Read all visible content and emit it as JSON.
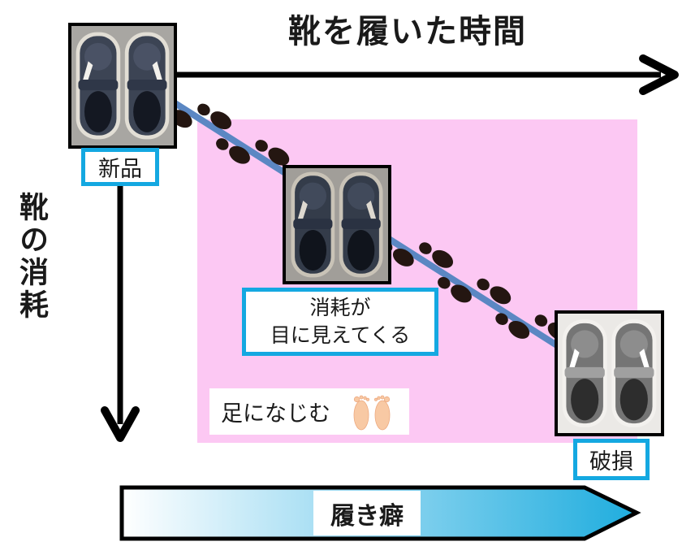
{
  "title": "靴を履いた時間",
  "y_axis": {
    "label": "靴の消耗"
  },
  "stages": {
    "new": {
      "label": "新品"
    },
    "visible_wear": {
      "label_line1": "消耗が",
      "label_line2": "目に見えてくる"
    },
    "damage": {
      "label": "破損"
    }
  },
  "notes": {
    "fits_foot": "足になじむ"
  },
  "habit_arrow": {
    "label": "履き癖"
  },
  "icons": {
    "trail": "footprint-trail-icon",
    "feet": "bare-feet-icon",
    "x_axis": "right-arrow-axis",
    "y_axis": "down-arrow-axis"
  },
  "colors": {
    "pink_area": "#FCC8F3",
    "label_border": "#14A8E1",
    "trend_line": "#5B87C3",
    "footprint": "#241611",
    "axis": "#000000",
    "habit_arrow_start": "#FFFFFF",
    "habit_arrow_mid": "#8ED5F0",
    "habit_arrow_end": "#1FADDE",
    "feet_icon": "#F8C9A4"
  }
}
